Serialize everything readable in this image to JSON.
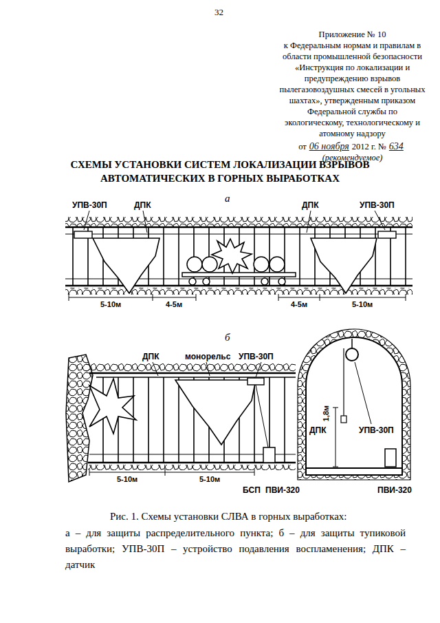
{
  "diagram": {
    "title": "СХЕМЫ УСТАНОВКИ СИСТЕМ ЛОКАЛИЗАЦИИ ВЗРЫВОВ АВТОМАТИЧЕСКИХ В ГОРНЫХ ВЫРАБОТКАХ",
    "caption": "Рис. 1. Схемы установки СЛВА в горных выработках:",
    "labels": [
      "32",
      "Приложение № 10",
      "к Федеральным нормам и правилам в области промышленной безопасности «Инструкция по локализации и предупреждению взрывов пылегазовоздушных смесей в угольных шахтах», утвержденным приказом Федеральной службы по экологическому, технологическому и атомному надзору",
      "от",
      "06 ноября",
      "2012 г. №",
      "634",
      "(рекомендуемое)",
      "а",
      "УПВ-30П",
      "ДПК",
      "ДПК",
      "УПВ-30П",
      "5-10м",
      "4-5м",
      "4-5м",
      "5-10м",
      "б",
      "ДПК",
      "монорельс",
      "УПВ-30П",
      "5-10м",
      "5-10м",
      "БСП",
      "ПВИ-320",
      "ДПК",
      "УПВ-30П",
      "1,8м",
      "ПВИ-320",
      "а – для защиты распределительного пункта; б – для защиты тупиковой выработки; УПВ-30П – устройство подавления воспламенения; ДПК – датчик"
    ]
  }
}
